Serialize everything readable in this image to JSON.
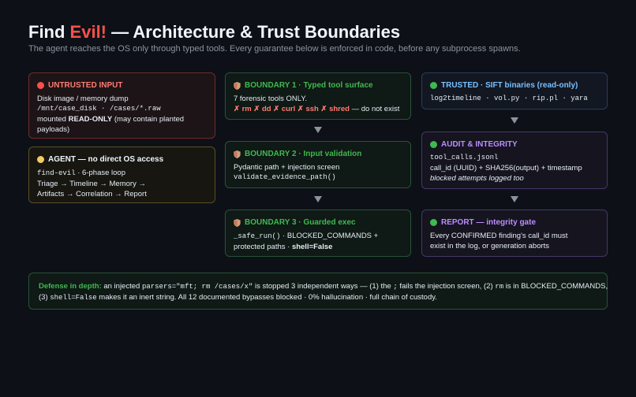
{
  "header": {
    "title_prefix": "Find ",
    "title_evil": "Evil!",
    "title_suffix": " — Architecture & Trust Boundaries",
    "subtitle": "The agent reaches the OS only through typed tools. Every guarantee below is enforced in code, before any subprocess spawns."
  },
  "colors": {
    "red": "#f85149",
    "green": "#3fb950",
    "blue": "#79c0ff",
    "purple": "#bc8cff",
    "yellow": "#f2cc60"
  },
  "untrusted": {
    "icon": "red-circle-icon",
    "title": "UNTRUSTED INPUT",
    "line1": "Disk image / memory dump",
    "line2": "/mnt/case_disk · /cases/*.raw",
    "line3_prefix": "mounted ",
    "line3_bold": "READ-ONLY",
    "line3_suffix": " (may contain planted",
    "line4": "payloads)"
  },
  "agent": {
    "icon": "yellow-circle-icon",
    "title": "AGENT — no direct OS access",
    "line1_code": "find-evil",
    "line1_rest": " · 6-phase loop",
    "line2": "Triage → Timeline → Memory →",
    "line3": "Artifacts → Correlation → Report"
  },
  "boundary1": {
    "icon": "shield-icon",
    "title": "BOUNDARY 1 · Typed tool surface",
    "line1": "7 forensic tools ONLY.",
    "line2_blocked": "✗ rm ✗ dd ✗ curl ✗ ssh ✗ shred",
    "line2_rest": " — do not exist"
  },
  "boundary2": {
    "icon": "shield-icon",
    "title": "BOUNDARY 2 · Input validation",
    "line1": "Pydantic path + injection screen",
    "line2": "validate_evidence_path()"
  },
  "boundary3": {
    "icon": "shield-icon",
    "title": "BOUNDARY 3 · Guarded exec",
    "line1_code": "_safe_run()",
    "line1_rest": " · BLOCKED_COMMANDS +",
    "line2_prefix": "protected paths · ",
    "line2_bold": "shell=False"
  },
  "trusted": {
    "icon": "green-circle-icon",
    "title": "TRUSTED · SIFT binaries (read-only)",
    "line1": "log2timeline · vol.py · rip.pl · yara"
  },
  "audit": {
    "icon": "green-circle-icon",
    "title": "AUDIT & INTEGRITY",
    "line1": "tool_calls.jsonl",
    "line2": "call_id (UUID) + SHA256(output) + timestamp",
    "line3": "blocked attempts logged too"
  },
  "report": {
    "icon": "green-circle-icon",
    "title": "REPORT — integrity gate",
    "line1": "Every CONFIRMED finding's call_id must",
    "line2": "exist in the log, or generation aborts"
  },
  "defense": {
    "lead": "Defense in depth:",
    "t1": " an injected ",
    "c1": "parsers=\"mft; rm /cases/x\"",
    "t2": " is stopped 3 independent ways — (1) the ",
    "c2": ";",
    "t3": " fails the injection screen, (2) ",
    "c3": "rm",
    "t4": " is in BLOCKED_COMMANDS,",
    "t5": "(3) ",
    "c4": "shell=False",
    "t6": " makes it an inert string. All 12 documented bypasses blocked · 0% hallucination · full chain of custody."
  }
}
